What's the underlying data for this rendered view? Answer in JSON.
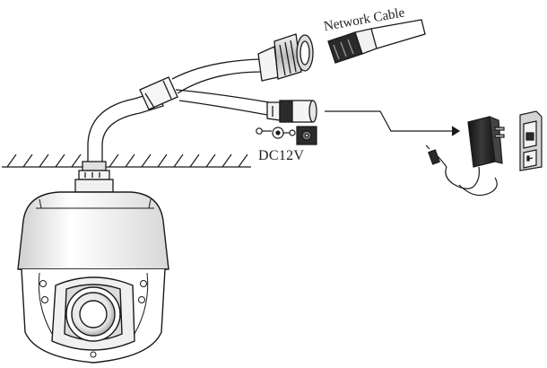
{
  "labels": {
    "network_cable": "Network Cable",
    "dc_power": "DC12V"
  },
  "components": [
    "ptz-dome-camera",
    "ceiling-mount-bracket",
    "rj45-network-connector",
    "network-cable-plug",
    "dc-power-jack",
    "dc-polarity-symbol",
    "power-adapter",
    "wall-outlet"
  ],
  "colors": {
    "line": "#1a1a1a",
    "fill_light": "#f2f2f2",
    "fill_mid": "#cfcfcf",
    "fill_dark": "#2b2b2b"
  }
}
